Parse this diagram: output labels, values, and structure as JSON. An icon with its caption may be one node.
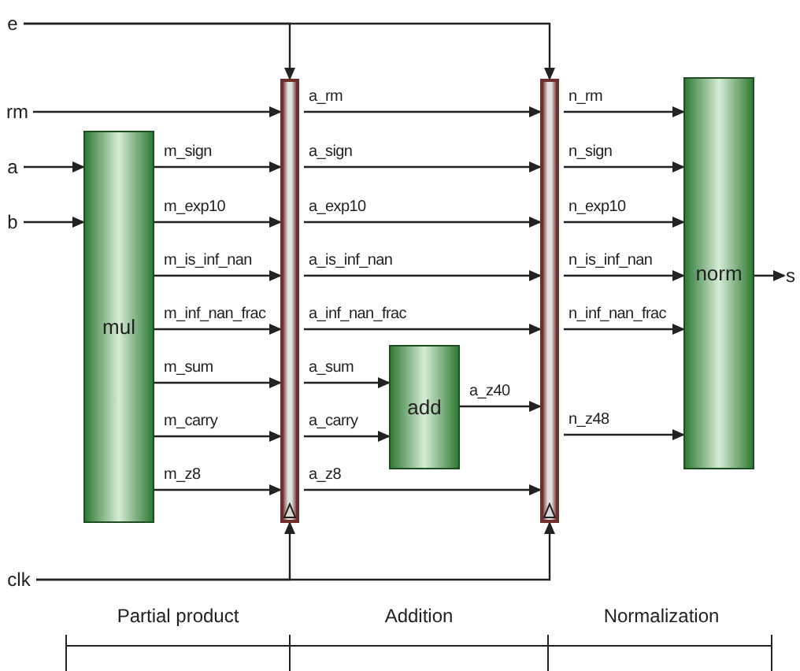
{
  "diagram": {
    "nodes": [
      {
        "text": [
          "e"
        ]
      },
      {
        "text": [
          "rm"
        ]
      },
      {
        "text": [
          "a"
        ]
      },
      {
        "text": [
          "b"
        ]
      },
      {
        "text": [
          "mul"
        ]
      },
      {
        "text": [],
        "shape": "bar"
      },
      {
        "text": [
          "add"
        ]
      },
      {
        "text": [],
        "shape": "bar"
      },
      {
        "text": [
          "norm"
        ]
      },
      {
        "text": [
          "s"
        ]
      },
      {
        "text": [
          "clk"
        ]
      }
    ],
    "edges": [
      {
        "from": 0,
        "to": 5,
        "arrow": "to"
      },
      {
        "from": 0,
        "to": 7,
        "arrow": "to"
      },
      {
        "from": 1,
        "to": 5,
        "arrow": "to"
      },
      {
        "from": 2,
        "to": 4,
        "arrow": "to"
      },
      {
        "from": 3,
        "to": 4,
        "arrow": "to"
      },
      {
        "from": 4,
        "to": 5,
        "arrow": "to",
        "label": "m_sign"
      },
      {
        "from": 4,
        "to": 5,
        "arrow": "to",
        "label": "m_exp10"
      },
      {
        "from": 4,
        "to": 5,
        "arrow": "to",
        "label": "m_is_inf_nan"
      },
      {
        "from": 4,
        "to": 5,
        "arrow": "to",
        "label": "m_inf_nan_frac"
      },
      {
        "from": 4,
        "to": 5,
        "arrow": "to",
        "label": "m_sum"
      },
      {
        "from": 4,
        "to": 5,
        "arrow": "to",
        "label": "m_carry"
      },
      {
        "from": 4,
        "to": 5,
        "arrow": "to",
        "label": "m_z8"
      },
      {
        "from": 5,
        "to": 7,
        "arrow": "to",
        "label": "a_rm"
      },
      {
        "from": 5,
        "to": 7,
        "arrow": "to",
        "label": "a_sign"
      },
      {
        "from": 5,
        "to": 7,
        "arrow": "to",
        "label": "a_exp10"
      },
      {
        "from": 5,
        "to": 7,
        "arrow": "to",
        "label": "a_is_inf_nan"
      },
      {
        "from": 5,
        "to": 7,
        "arrow": "to",
        "label": "a_inf_nan_frac"
      },
      {
        "from": 5,
        "to": 6,
        "arrow": "to",
        "label": "a_sum"
      },
      {
        "from": 5,
        "to": 6,
        "arrow": "to",
        "label": "a_carry"
      },
      {
        "from": 5,
        "to": 7,
        "arrow": "to",
        "label": "a_z8"
      },
      {
        "from": 6,
        "to": 7,
        "arrow": "to",
        "label": "a_z40"
      },
      {
        "from": 7,
        "to": 8,
        "arrow": "to",
        "label": "n_rm"
      },
      {
        "from": 7,
        "to": 8,
        "arrow": "to",
        "label": "n_sign"
      },
      {
        "from": 7,
        "to": 8,
        "arrow": "to",
        "label": "n_exp10"
      },
      {
        "from": 7,
        "to": 8,
        "arrow": "to",
        "label": "n_is_inf_nan"
      },
      {
        "from": 7,
        "to": 8,
        "arrow": "to",
        "label": "n_inf_nan_frac"
      },
      {
        "from": 7,
        "to": 8,
        "arrow": "to",
        "label": "n_z48"
      },
      {
        "from": 8,
        "to": 9,
        "arrow": "to"
      },
      {
        "from": 10,
        "to": 5,
        "arrow": "to"
      },
      {
        "from": 10,
        "to": 7,
        "arrow": "to"
      }
    ],
    "labels": [
      "Partial product",
      "Addition",
      "Normalization"
    ]
  }
}
